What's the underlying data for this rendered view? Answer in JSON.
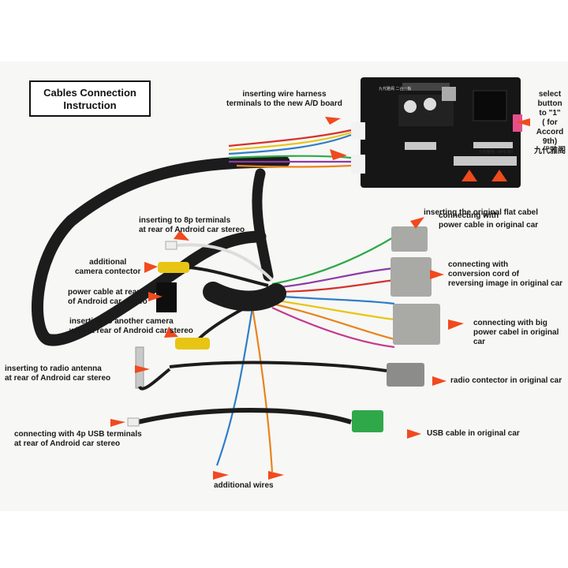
{
  "title": "Cables Connection\nInstruction",
  "labels": {
    "harness_terminals": "inserting wire harness\nterminals to  the new A/D board",
    "select_button": "select\nbutton\nto \"1\"\n(  for\nAccord\n9th)\n九代雅阁",
    "flat_cable": "inserting the original flat cabel",
    "terminals_8p": "inserting to 8p terminals\nat rear of Android car stereo",
    "power_cable_original": "connecting with\npower cable  in original car",
    "camera_contactor": "additional\ncamera contector",
    "reversing_image": "connecting with\nconversion cord of\nreversing image in original car",
    "power_cable_rear": "power cable at rear\nof Android car stereo",
    "another_camera": "inserting to another  camera\nwire at rear of Android car stereo",
    "big_power_cable": "connecting with  big\npower cabel in original car",
    "radio_antenna": "inserting to radio antenna\nat rear of Android car stereo",
    "radio_contactor": "radio contector in original car",
    "usb_4p": "connecting with 4p USB terminals\nat rear of Android car stereo",
    "usb_original": "USB cable in original car",
    "additional_wires": "additional wires"
  },
  "board_text": {
    "chip_label": "九代雅阁 二合一板",
    "flat_label": "九代雅阁（AFS 版）"
  },
  "colors": {
    "arrow": "#f04a1e",
    "sheath": "#1c1c1c",
    "board": "#1a1a1a",
    "connector_gray": "#a9aaa6",
    "rca_yellow": "#e8c514",
    "usb_green": "#2fa84a"
  }
}
